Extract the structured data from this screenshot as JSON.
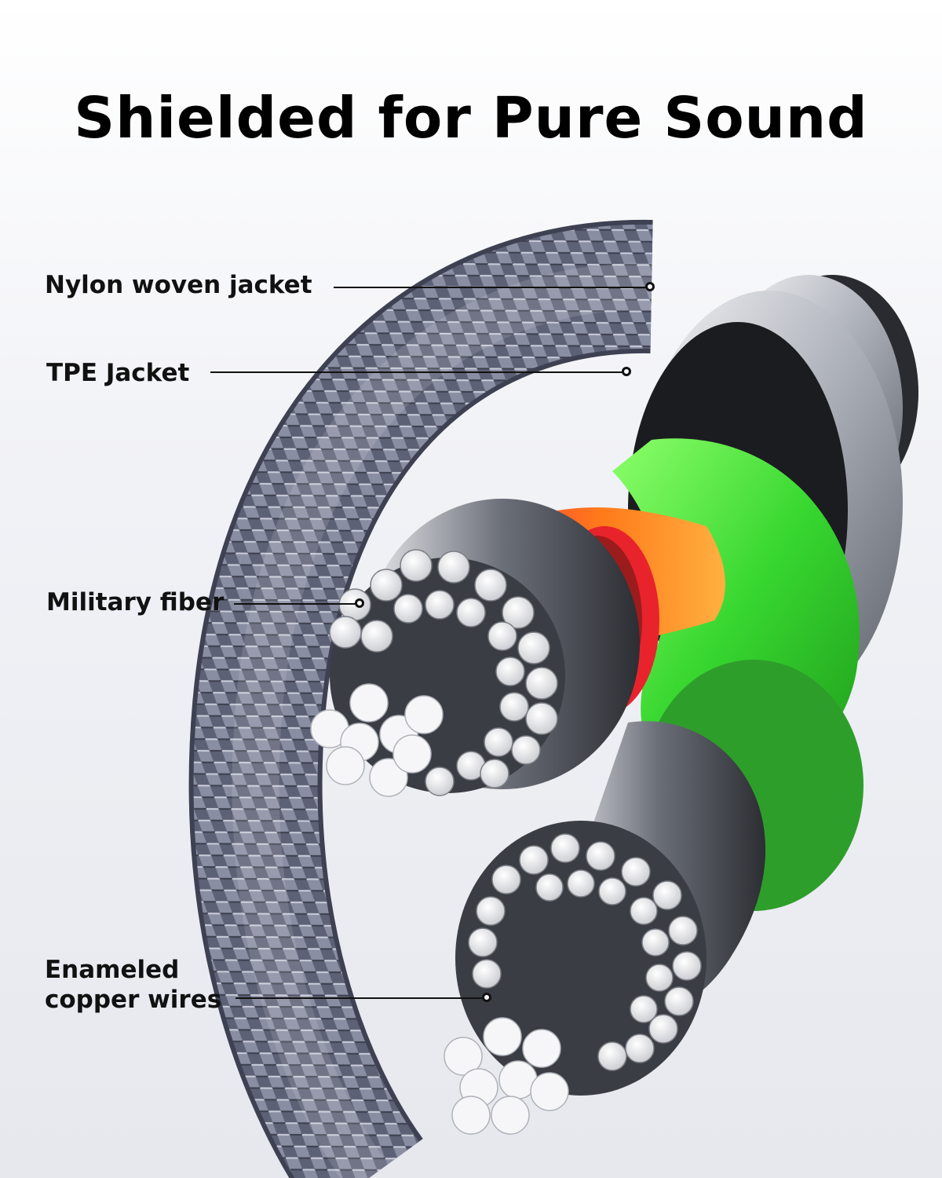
{
  "title": "Shielded for Pure Sound",
  "labels": {
    "nylon_jacket": "Nylon woven jacket",
    "tpe_jacket": "TPE Jacket",
    "military_fiber": "Military fiber",
    "copper_wires_line1": "Enameled",
    "copper_wires_line2": "copper wires"
  },
  "colors": {
    "braid": "#5f6378",
    "tpe": "#b8bcc6",
    "red_insulation": "#e8232b",
    "orange_core": "#ff7a1a",
    "green_insulation": "#38e03a",
    "strand": "#f4f4f6"
  }
}
